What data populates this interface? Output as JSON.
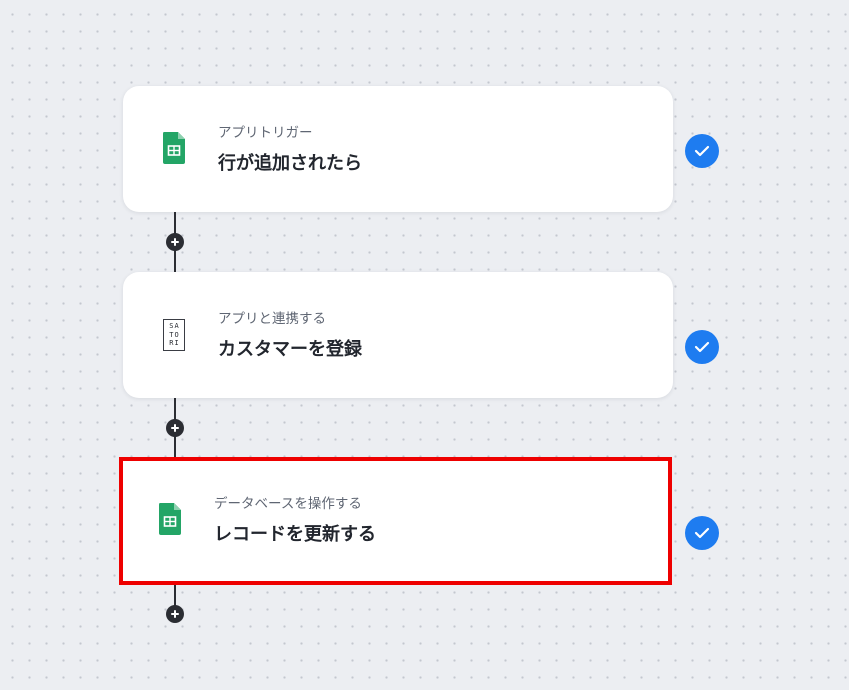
{
  "workflow": {
    "steps": [
      {
        "subtitle": "アプリトリガー",
        "title": "行が追加されたら",
        "icon": "google-sheets-icon",
        "selected": false,
        "status": "completed"
      },
      {
        "subtitle": "アプリと連携する",
        "title": "カスタマーを登録",
        "icon": "satori-logo",
        "logo_lines": [
          "SA",
          "TO",
          "RI"
        ],
        "selected": false,
        "status": "completed"
      },
      {
        "subtitle": "データベースを操作する",
        "title": "レコードを更新する",
        "icon": "google-sheets-icon",
        "selected": true,
        "status": "completed"
      }
    ],
    "add_step_icon": "plus-icon",
    "status_icon": "check-icon"
  },
  "colors": {
    "background": "#eceef2",
    "card": "#ffffff",
    "connector": "#2b2d33",
    "check_badge": "#1e7cf0",
    "selection_border": "#ee0000",
    "sheets_green": "#23a566"
  }
}
